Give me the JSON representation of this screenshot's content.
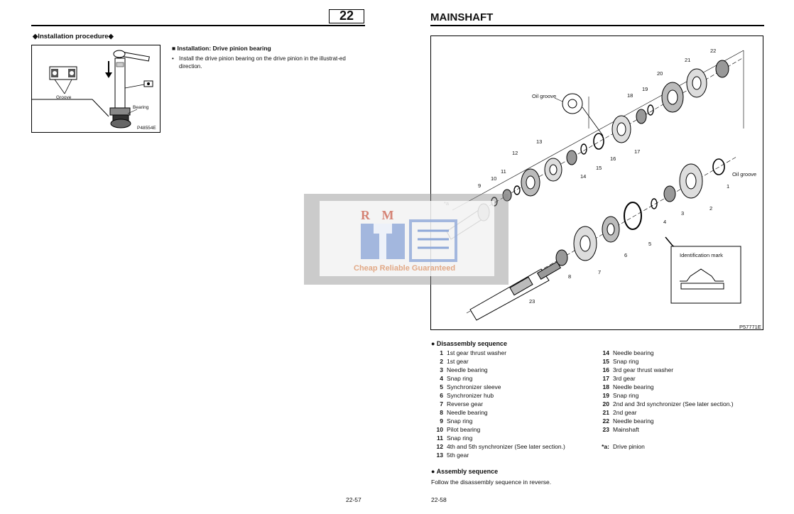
{
  "left_page": {
    "chapter_number": "22",
    "procedure_title": "◆Installation procedure◆",
    "figure_labels": {
      "groove": "Groove",
      "bearing": "Bearing",
      "code": "P48554E"
    },
    "section_title": "■ Installation: Drive pinion bearing",
    "bullet": "•",
    "instruction": "Install the drive pinion bearing on the drive pinion in the illustrat-ed direction.",
    "page_number": "22-57"
  },
  "watermark": {
    "brand": "R M",
    "tagline": "Cheap Reliable Guaranteed"
  },
  "right_page": {
    "title": "MAINSHAFT",
    "figure": {
      "code": "P57771E",
      "oil_groove_top": "Oil groove",
      "oil_groove_right": "Oil groove",
      "identification_mark": "Identification mark",
      "drive_pinion_ref": "*a",
      "callouts": [
        "1",
        "2",
        "3",
        "4",
        "5",
        "6",
        "7",
        "8",
        "9",
        "10",
        "11",
        "12",
        "13",
        "14",
        "15",
        "16",
        "17",
        "18",
        "19",
        "20",
        "21",
        "22",
        "23"
      ]
    },
    "disassembly_title": "● Disassembly sequence",
    "parts_col1": [
      {
        "n": "1",
        "name": "1st gear thrust washer"
      },
      {
        "n": "2",
        "name": "1st gear"
      },
      {
        "n": "3",
        "name": "Needle bearing"
      },
      {
        "n": "4",
        "name": "Snap ring"
      },
      {
        "n": "5",
        "name": "Synchronizer sleeve"
      },
      {
        "n": "6",
        "name": "Synchronizer hub"
      },
      {
        "n": "7",
        "name": "Reverse gear"
      },
      {
        "n": "8",
        "name": "Needle bearing"
      },
      {
        "n": "9",
        "name": "Snap ring"
      },
      {
        "n": "10",
        "name": "Pilot bearing"
      },
      {
        "n": "11",
        "name": "Snap ring"
      },
      {
        "n": "12",
        "name": "4th and 5th synchronizer (See later section.)"
      },
      {
        "n": "13",
        "name": "5th gear"
      }
    ],
    "parts_col2": [
      {
        "n": "14",
        "name": "Needle bearing"
      },
      {
        "n": "15",
        "name": "Snap ring"
      },
      {
        "n": "16",
        "name": "3rd gear thrust washer"
      },
      {
        "n": "17",
        "name": "3rd gear"
      },
      {
        "n": "18",
        "name": "Needle bearing"
      },
      {
        "n": "19",
        "name": "Snap ring"
      },
      {
        "n": "20",
        "name": "2nd and 3rd synchronizer (See later section.)"
      },
      {
        "n": "21",
        "name": "2nd gear"
      },
      {
        "n": "22",
        "name": "Needle bearing"
      },
      {
        "n": "23",
        "name": "Mainshaft"
      },
      {
        "n": "",
        "name": ""
      },
      {
        "n": "*a:",
        "name": "Drive pinion"
      }
    ],
    "assembly_title": "● Assembly sequence",
    "assembly_text": "Follow the disassembly sequence in reverse.",
    "page_number": "22-58"
  }
}
